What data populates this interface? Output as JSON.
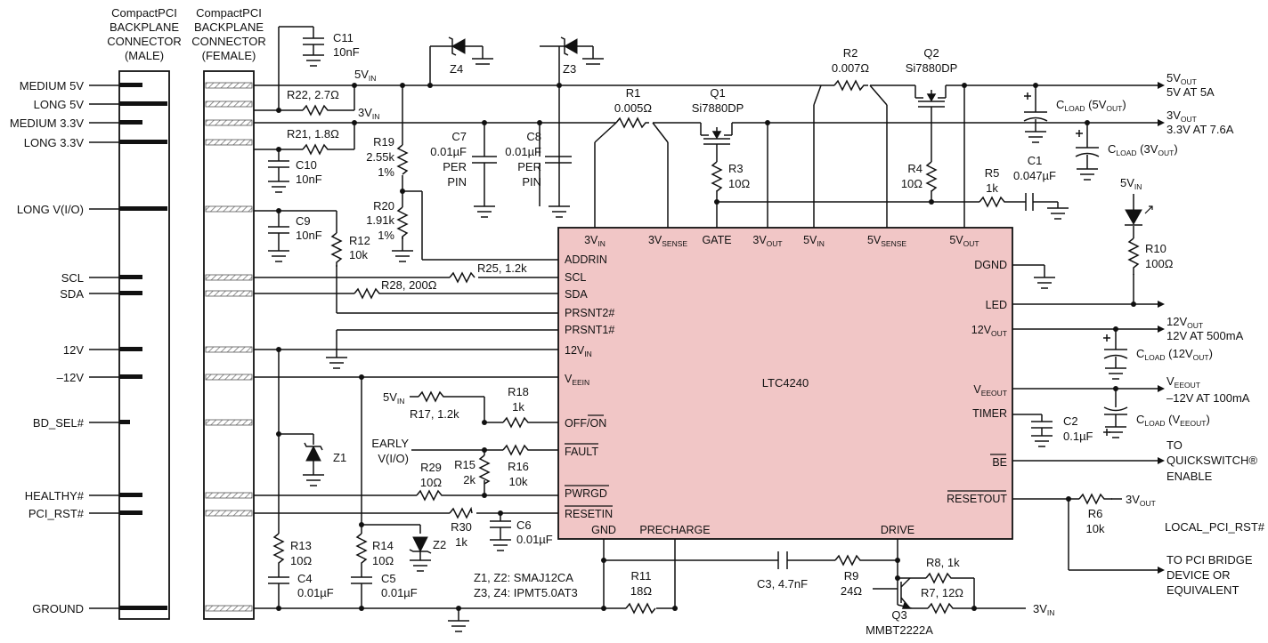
{
  "connectors": {
    "male_title": [
      "CompactPCI",
      "BACKPLANE",
      "CONNECTOR",
      "(MALE)"
    ],
    "female_title": [
      "CompactPCI",
      "BACKPLANE",
      "CONNECTOR",
      "(FEMALE)"
    ],
    "pins": [
      "MEDIUM 5V",
      "LONG 5V",
      "MEDIUM 3.3V",
      "LONG 3.3V",
      "LONG V(I/O)",
      "SCL",
      "SDA",
      "12V",
      "–12V",
      "BD_SEL#",
      "HEALTHY#",
      "PCI_RST#",
      "GROUND"
    ]
  },
  "ic": {
    "name": "LTC4240",
    "top_pins": [
      {
        "main": "3V",
        "sub": "IN"
      },
      {
        "main": "3V",
        "sub": "SENSE"
      },
      {
        "main": "GATE",
        "sub": ""
      },
      {
        "main": "3V",
        "sub": "OUT"
      },
      {
        "main": "5V",
        "sub": "IN"
      },
      {
        "main": "5V",
        "sub": "SENSE"
      },
      {
        "main": "5V",
        "sub": "OUT"
      }
    ],
    "left_pins": [
      {
        "main": "ADDRIN",
        "sub": ""
      },
      {
        "main": "SCL",
        "sub": ""
      },
      {
        "main": "SDA",
        "sub": ""
      },
      {
        "main": "PRSNT2#",
        "sub": ""
      },
      {
        "main": "PRSNT1#",
        "sub": ""
      },
      {
        "main": "12V",
        "sub": "IN"
      },
      {
        "main": "V",
        "sub": "EEIN"
      },
      {
        "main": "OFF/ON",
        "sub": ""
      },
      {
        "main": "FAULT",
        "sub": ""
      },
      {
        "main": "PWRGD",
        "sub": ""
      },
      {
        "main": "RESETIN",
        "sub": ""
      }
    ],
    "bottom_pins": [
      "GND",
      "PRECHARGE",
      "DRIVE"
    ],
    "right_pins": [
      {
        "main": "DGND",
        "sub": ""
      },
      {
        "main": "LED",
        "sub": ""
      },
      {
        "main": "12V",
        "sub": "OUT"
      },
      {
        "main": "V",
        "sub": "EEOUT"
      },
      {
        "main": "TIMER",
        "sub": ""
      },
      {
        "main": "BE",
        "sub": ""
      },
      {
        "main": "RESETOUT",
        "sub": ""
      }
    ]
  },
  "components": {
    "c11": [
      "C11",
      "10nF"
    ],
    "r22": "R22, 2.7Ω",
    "r21": "R21, 1.8Ω",
    "c10": [
      "C10",
      "10nF"
    ],
    "c9": [
      "C9",
      "10nF"
    ],
    "r12": [
      "R12",
      "10k"
    ],
    "r19": [
      "R19",
      "2.55k",
      "1%"
    ],
    "r20": [
      "R20",
      "1.91k",
      "1%"
    ],
    "c7": [
      "C7",
      "0.01µF",
      "PER",
      "PIN"
    ],
    "c8": [
      "C8",
      "0.01µF",
      "PER",
      "PIN"
    ],
    "z4": "Z4",
    "z3": "Z3",
    "r1": [
      "R1",
      "0.005Ω"
    ],
    "q1": [
      "Q1",
      "Si7880DP"
    ],
    "r3": [
      "R3",
      "10Ω"
    ],
    "r2": [
      "R2",
      "0.007Ω"
    ],
    "q2": [
      "Q2",
      "Si7880DP"
    ],
    "r4": [
      "R4",
      "10Ω"
    ],
    "r5": [
      "R5",
      "1k"
    ],
    "c1": [
      "C1",
      "0.047µF"
    ],
    "r10": [
      "R10",
      "100Ω"
    ],
    "r25": "R25, 1.2k",
    "r28": "R28, 200Ω",
    "r17": "R17, 1.2k",
    "r18": [
      "R18",
      "1k"
    ],
    "r15": [
      "R15",
      "2k"
    ],
    "r16": [
      "R16",
      "10k"
    ],
    "r29": [
      "R29",
      "10Ω"
    ],
    "r30": [
      "R30",
      "1k"
    ],
    "c6": [
      "C6",
      "0.01µF"
    ],
    "z1": "Z1",
    "z2": "Z2",
    "r13": [
      "R13",
      "10Ω"
    ],
    "c4": [
      "C4",
      "0.01µF"
    ],
    "r14": [
      "R14",
      "10Ω"
    ],
    "c5": [
      "C5",
      "0.01µF"
    ],
    "zener_note": [
      "Z1, Z2: SMAJ12CA",
      "Z3, Z4: IPMT5.0AT3"
    ],
    "r11": [
      "R11",
      "18Ω"
    ],
    "c3": "C3, 4.7nF",
    "r9": [
      "R9",
      "24Ω"
    ],
    "r8": "R8, 1k",
    "r7": "R7, 12Ω",
    "q3": [
      "Q3",
      "MMBT2222A"
    ],
    "c2": [
      "C2",
      "0.1µF"
    ],
    "r6": [
      "R6",
      "10k"
    ]
  },
  "nets": {
    "v5in": {
      "main": "5V",
      "sub": "IN"
    },
    "v3in": {
      "main": "3V",
      "sub": "IN"
    },
    "early": [
      "EARLY",
      "V(I/O)"
    ],
    "v3out": {
      "main": "3V",
      "sub": "OUT"
    }
  },
  "outputs": {
    "out5": [
      {
        "main": "5V",
        "sub": "OUT"
      },
      "5V AT 5A"
    ],
    "out3": [
      {
        "main": "3V",
        "sub": "OUT"
      },
      "3.3V AT 7.6A"
    ],
    "cload5": {
      "main": "C",
      "sub": "LOAD",
      "tail": " (5V",
      "tsub": "OUT",
      "end": ")"
    },
    "cload3": {
      "main": "C",
      "sub": "LOAD",
      "tail": " (3V",
      "tsub": "OUT",
      "end": ")"
    },
    "out12": [
      {
        "main": "12V",
        "sub": "OUT"
      },
      "12V AT 500mA"
    ],
    "cload12": {
      "main": "C",
      "sub": "LOAD",
      "tail": " (12V",
      "tsub": "OUT",
      "end": ")"
    },
    "outvee": [
      {
        "main": "V",
        "sub": "EEOUT"
      },
      "–12V AT 100mA"
    ],
    "cloadvee": {
      "main": "C",
      "sub": "LOAD",
      "tail": " (V",
      "tsub": "EEOUT",
      "end": ")"
    },
    "quickswitch": [
      "TO",
      "QUICKSWITCH®",
      "ENABLE"
    ],
    "local_rst": "LOCAL_PCI_RST#",
    "pci_bridge": [
      "TO PCI BRIDGE",
      "DEVICE OR",
      "EQUIVALENT"
    ]
  }
}
